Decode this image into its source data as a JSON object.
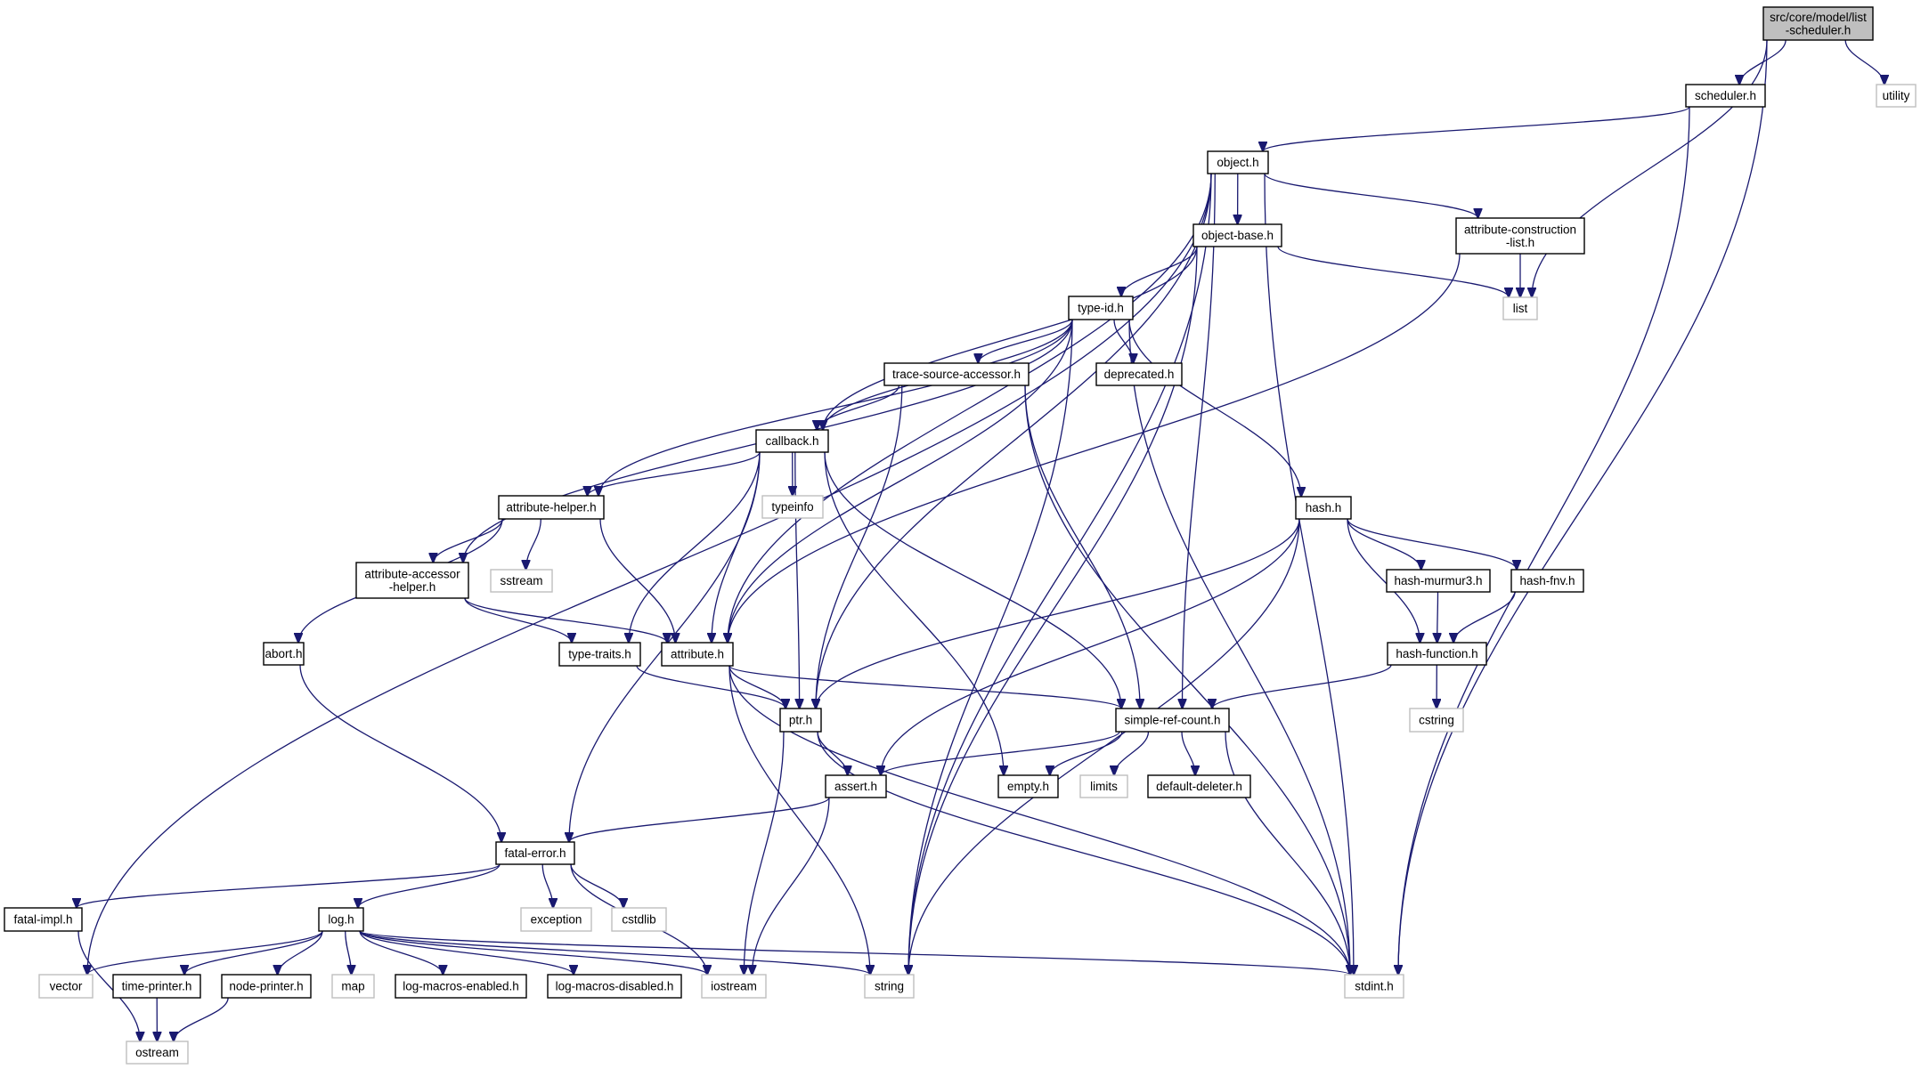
{
  "graph": {
    "edge_color": "#191970",
    "node_border_color": "#000000",
    "external_border_color": "#bfbfbf",
    "root_fill_color": "#bfbfbf",
    "nodes": [
      {
        "id": "root",
        "lines": [
          "src/core/model/list",
          "-scheduler.h"
        ],
        "kind": "root"
      },
      {
        "id": "scheduler",
        "lines": [
          "scheduler.h"
        ],
        "kind": "internal"
      },
      {
        "id": "utility",
        "lines": [
          "utility"
        ],
        "kind": "external"
      },
      {
        "id": "object",
        "lines": [
          "object.h"
        ],
        "kind": "internal"
      },
      {
        "id": "object-base",
        "lines": [
          "object-base.h"
        ],
        "kind": "internal"
      },
      {
        "id": "attr-constr-list",
        "lines": [
          "attribute-construction",
          "-list.h"
        ],
        "kind": "internal"
      },
      {
        "id": "list",
        "lines": [
          "list"
        ],
        "kind": "external"
      },
      {
        "id": "type-id",
        "lines": [
          "type-id.h"
        ],
        "kind": "internal"
      },
      {
        "id": "trace-source-accessor",
        "lines": [
          "trace-source-accessor.h"
        ],
        "kind": "internal"
      },
      {
        "id": "deprecated",
        "lines": [
          "deprecated.h"
        ],
        "kind": "internal"
      },
      {
        "id": "callback",
        "lines": [
          "callback.h"
        ],
        "kind": "internal"
      },
      {
        "id": "typeinfo",
        "lines": [
          "typeinfo"
        ],
        "kind": "external"
      },
      {
        "id": "attribute-helper",
        "lines": [
          "attribute-helper.h"
        ],
        "kind": "internal"
      },
      {
        "id": "attribute-accessor-helper",
        "lines": [
          "attribute-accessor",
          "-helper.h"
        ],
        "kind": "internal"
      },
      {
        "id": "sstream",
        "lines": [
          "sstream"
        ],
        "kind": "external"
      },
      {
        "id": "hash",
        "lines": [
          "hash.h"
        ],
        "kind": "internal"
      },
      {
        "id": "hash-murmur3",
        "lines": [
          "hash-murmur3.h"
        ],
        "kind": "internal"
      },
      {
        "id": "hash-fnv",
        "lines": [
          "hash-fnv.h"
        ],
        "kind": "internal"
      },
      {
        "id": "hash-function",
        "lines": [
          "hash-function.h"
        ],
        "kind": "internal"
      },
      {
        "id": "cstring",
        "lines": [
          "cstring"
        ],
        "kind": "external"
      },
      {
        "id": "abort",
        "lines": [
          "abort.h"
        ],
        "kind": "internal"
      },
      {
        "id": "type-traits",
        "lines": [
          "type-traits.h"
        ],
        "kind": "internal"
      },
      {
        "id": "attribute",
        "lines": [
          "attribute.h"
        ],
        "kind": "internal"
      },
      {
        "id": "ptr",
        "lines": [
          "ptr.h"
        ],
        "kind": "internal"
      },
      {
        "id": "simple-ref-count",
        "lines": [
          "simple-ref-count.h"
        ],
        "kind": "internal"
      },
      {
        "id": "assert",
        "lines": [
          "assert.h"
        ],
        "kind": "internal"
      },
      {
        "id": "empty",
        "lines": [
          "empty.h"
        ],
        "kind": "internal"
      },
      {
        "id": "limits",
        "lines": [
          "limits"
        ],
        "kind": "external"
      },
      {
        "id": "default-deleter",
        "lines": [
          "default-deleter.h"
        ],
        "kind": "internal"
      },
      {
        "id": "fatal-error",
        "lines": [
          "fatal-error.h"
        ],
        "kind": "internal"
      },
      {
        "id": "exception",
        "lines": [
          "exception"
        ],
        "kind": "external"
      },
      {
        "id": "cstdlib",
        "lines": [
          "cstdlib"
        ],
        "kind": "external"
      },
      {
        "id": "fatal-impl",
        "lines": [
          "fatal-impl.h"
        ],
        "kind": "internal"
      },
      {
        "id": "log",
        "lines": [
          "log.h"
        ],
        "kind": "internal"
      },
      {
        "id": "vector",
        "lines": [
          "vector"
        ],
        "kind": "external"
      },
      {
        "id": "time-printer",
        "lines": [
          "time-printer.h"
        ],
        "kind": "internal"
      },
      {
        "id": "node-printer",
        "lines": [
          "node-printer.h"
        ],
        "kind": "internal"
      },
      {
        "id": "map",
        "lines": [
          "map"
        ],
        "kind": "external"
      },
      {
        "id": "log-macros-enabled",
        "lines": [
          "log-macros-enabled.h"
        ],
        "kind": "internal"
      },
      {
        "id": "log-macros-disabled",
        "lines": [
          "log-macros-disabled.h"
        ],
        "kind": "internal"
      },
      {
        "id": "iostream",
        "lines": [
          "iostream"
        ],
        "kind": "external"
      },
      {
        "id": "string",
        "lines": [
          "string"
        ],
        "kind": "external"
      },
      {
        "id": "stdint",
        "lines": [
          "stdint.h"
        ],
        "kind": "external"
      },
      {
        "id": "ostream",
        "lines": [
          "ostream"
        ],
        "kind": "external"
      }
    ],
    "edges": [
      [
        "root",
        "scheduler"
      ],
      [
        "root",
        "list"
      ],
      [
        "root",
        "stdint"
      ],
      [
        "root",
        "utility"
      ],
      [
        "scheduler",
        "object"
      ],
      [
        "scheduler",
        "stdint"
      ],
      [
        "object",
        "object-base"
      ],
      [
        "object",
        "attr-constr-list"
      ],
      [
        "object",
        "vector"
      ],
      [
        "object",
        "string"
      ],
      [
        "object",
        "ptr"
      ],
      [
        "object",
        "attribute"
      ],
      [
        "object",
        "stdint"
      ],
      [
        "object",
        "simple-ref-count"
      ],
      [
        "object-base",
        "type-id"
      ],
      [
        "object-base",
        "callback"
      ],
      [
        "object-base",
        "list"
      ],
      [
        "object-base",
        "string"
      ],
      [
        "attr-constr-list",
        "list"
      ],
      [
        "attr-constr-list",
        "attribute"
      ],
      [
        "type-id",
        "trace-source-accessor"
      ],
      [
        "type-id",
        "deprecated"
      ],
      [
        "type-id",
        "callback"
      ],
      [
        "type-id",
        "attribute-helper"
      ],
      [
        "type-id",
        "attribute-accessor-helper"
      ],
      [
        "type-id",
        "attribute"
      ],
      [
        "type-id",
        "hash"
      ],
      [
        "type-id",
        "string"
      ],
      [
        "type-id",
        "stdint"
      ],
      [
        "trace-source-accessor",
        "callback"
      ],
      [
        "trace-source-accessor",
        "ptr"
      ],
      [
        "trace-source-accessor",
        "simple-ref-count"
      ],
      [
        "trace-source-accessor",
        "stdint"
      ],
      [
        "callback",
        "typeinfo"
      ],
      [
        "callback",
        "attribute-helper"
      ],
      [
        "callback",
        "type-traits"
      ],
      [
        "callback",
        "attribute"
      ],
      [
        "callback",
        "ptr"
      ],
      [
        "callback",
        "fatal-error"
      ],
      [
        "callback",
        "empty"
      ],
      [
        "callback",
        "simple-ref-count"
      ],
      [
        "attribute-helper",
        "attribute-accessor-helper"
      ],
      [
        "attribute-helper",
        "sstream"
      ],
      [
        "attribute-helper",
        "attribute"
      ],
      [
        "attribute-helper",
        "abort"
      ],
      [
        "attribute-accessor-helper",
        "type-traits"
      ],
      [
        "attribute-accessor-helper",
        "attribute"
      ],
      [
        "hash",
        "hash-murmur3"
      ],
      [
        "hash",
        "hash-fnv"
      ],
      [
        "hash",
        "hash-function"
      ],
      [
        "hash",
        "ptr"
      ],
      [
        "hash",
        "assert"
      ],
      [
        "hash",
        "string"
      ],
      [
        "hash-murmur3",
        "hash-function"
      ],
      [
        "hash-fnv",
        "hash-function"
      ],
      [
        "hash-function",
        "cstring"
      ],
      [
        "hash-function",
        "simple-ref-count"
      ],
      [
        "abort",
        "fatal-error"
      ],
      [
        "type-traits",
        "ptr"
      ],
      [
        "attribute",
        "ptr"
      ],
      [
        "attribute",
        "simple-ref-count"
      ],
      [
        "attribute",
        "string"
      ],
      [
        "attribute",
        "stdint"
      ],
      [
        "ptr",
        "assert"
      ],
      [
        "ptr",
        "iostream"
      ],
      [
        "ptr",
        "stdint"
      ],
      [
        "simple-ref-count",
        "assert"
      ],
      [
        "simple-ref-count",
        "empty"
      ],
      [
        "simple-ref-count",
        "limits"
      ],
      [
        "simple-ref-count",
        "default-deleter"
      ],
      [
        "simple-ref-count",
        "stdint"
      ],
      [
        "assert",
        "fatal-error"
      ],
      [
        "assert",
        "iostream"
      ],
      [
        "fatal-error",
        "exception"
      ],
      [
        "fatal-error",
        "cstdlib"
      ],
      [
        "fatal-error",
        "fatal-impl"
      ],
      [
        "fatal-error",
        "log"
      ],
      [
        "fatal-error",
        "iostream"
      ],
      [
        "fatal-impl",
        "ostream"
      ],
      [
        "log",
        "vector"
      ],
      [
        "log",
        "time-printer"
      ],
      [
        "log",
        "node-printer"
      ],
      [
        "log",
        "map"
      ],
      [
        "log",
        "log-macros-enabled"
      ],
      [
        "log",
        "log-macros-disabled"
      ],
      [
        "log",
        "iostream"
      ],
      [
        "log",
        "string"
      ],
      [
        "log",
        "stdint"
      ],
      [
        "time-printer",
        "ostream"
      ],
      [
        "node-printer",
        "ostream"
      ]
    ]
  }
}
